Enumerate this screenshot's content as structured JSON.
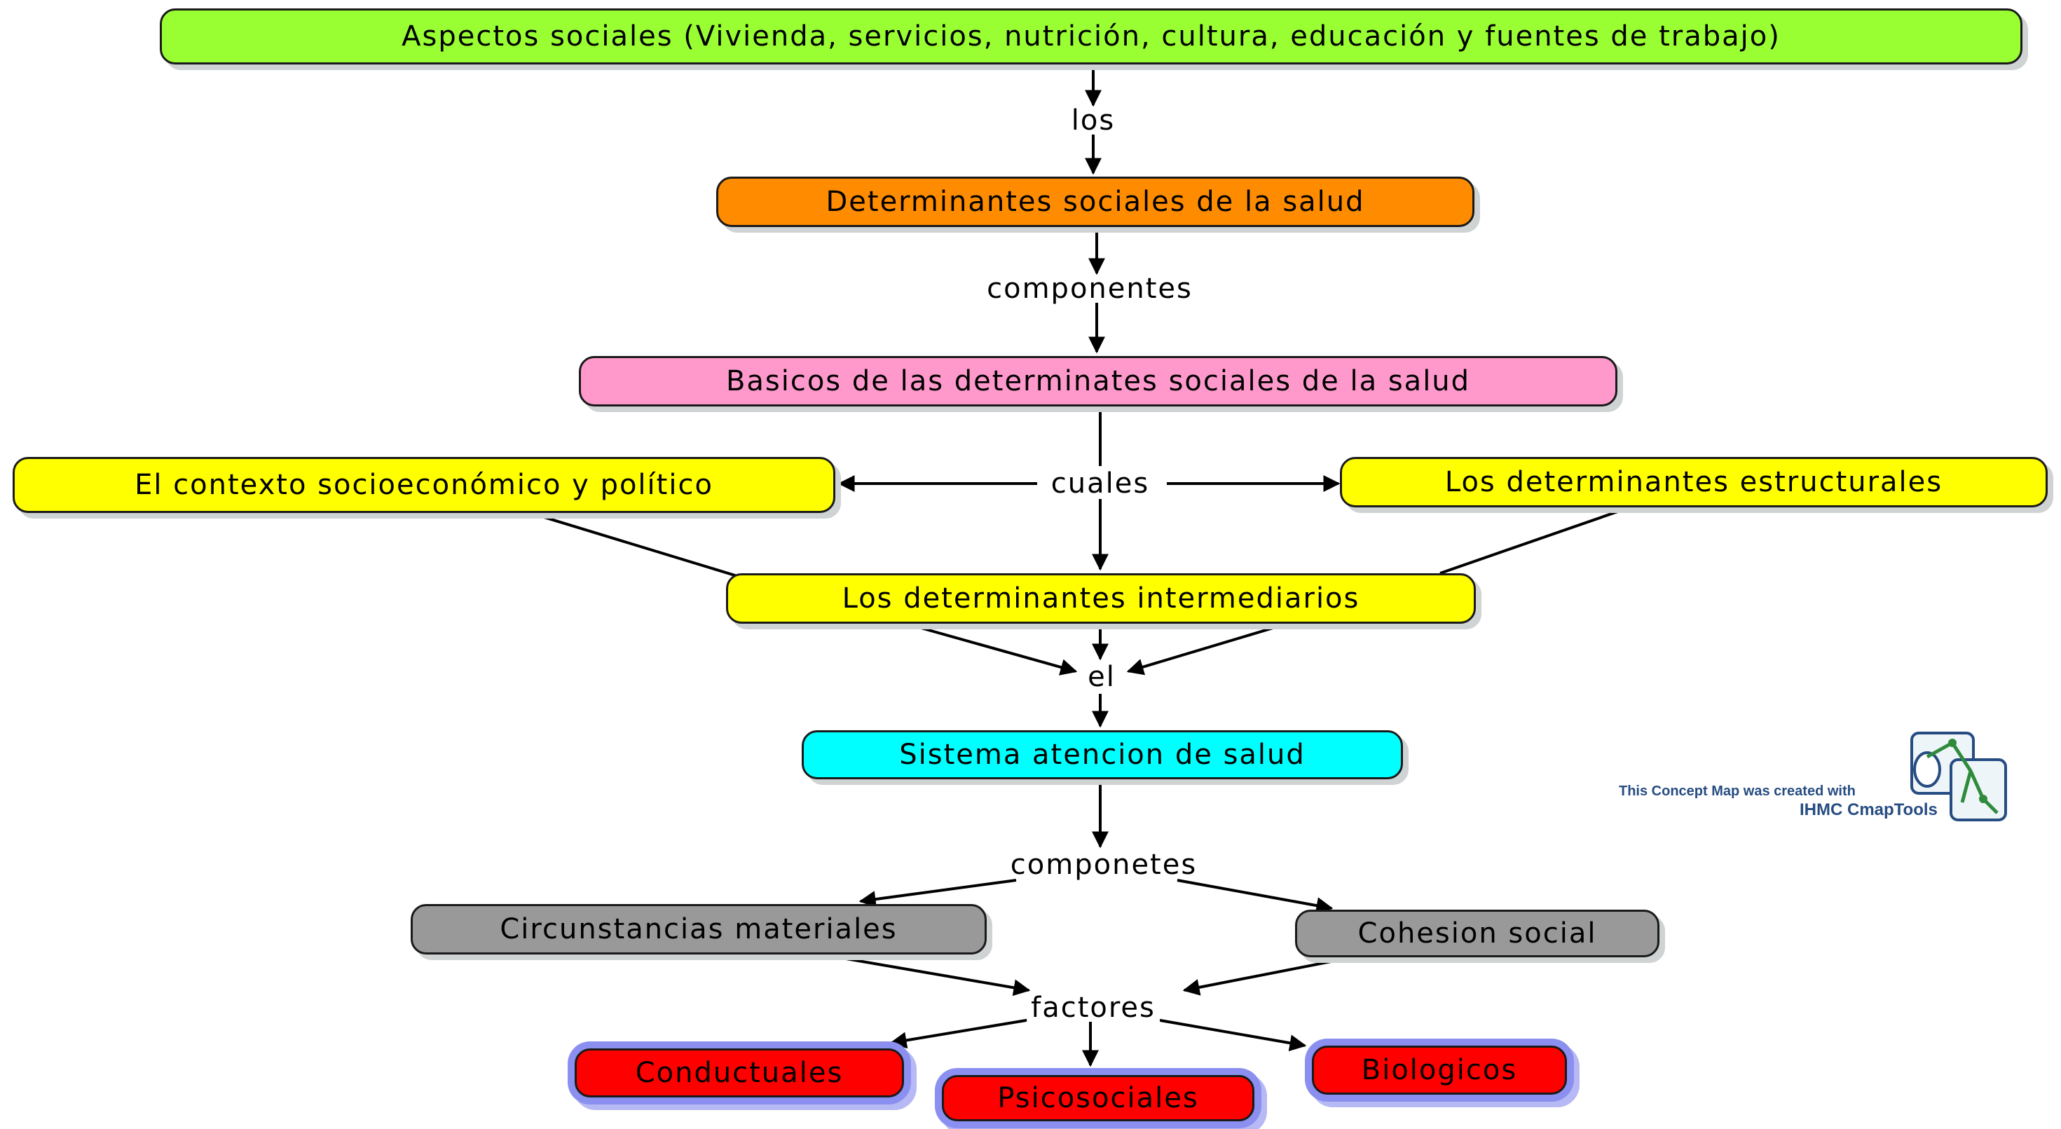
{
  "nodes": {
    "aspectos": {
      "label": "Aspectos sociales (Vivienda, servicios, nutrición, cultura, educación y fuentes de trabajo)",
      "color": "#99ff33"
    },
    "determinantes_sociales": {
      "label": "Determinantes sociales de la salud",
      "color": "#ff8c00"
    },
    "basicos": {
      "label": "Basicos de las determinates sociales de la salud",
      "color": "#ff99cc"
    },
    "contexto": {
      "label": "El contexto socioeconómico y político",
      "color": "#ffff00"
    },
    "estructurales": {
      "label": "Los determinantes estructurales",
      "color": "#ffff00"
    },
    "intermediarios": {
      "label": "Los determinantes intermediarios",
      "color": "#ffff00"
    },
    "sistema": {
      "label": "Sistema atencion de salud",
      "color": "#00ffff"
    },
    "circunstancias": {
      "label": "Circunstancias materiales",
      "color": "#999999"
    },
    "cohesion": {
      "label": "Cohesion social",
      "color": "#999999"
    },
    "conductuales": {
      "label": "Conductuales",
      "color": "#ff0000"
    },
    "psicosociales": {
      "label": "Psicosociales",
      "color": "#ff0000"
    },
    "biologicos": {
      "label": "Biologicos",
      "color": "#ff0000"
    }
  },
  "linking_phrases": {
    "los": "los",
    "componentes": "componentes",
    "cuales": "cuales",
    "el": "el",
    "componetes": "componetes",
    "factores": "factores"
  },
  "credit": {
    "line1": "This Concept Map was created with",
    "line2": "IHMC CmapTools",
    "logo_icon": "cmaptools-logo-icon"
  }
}
